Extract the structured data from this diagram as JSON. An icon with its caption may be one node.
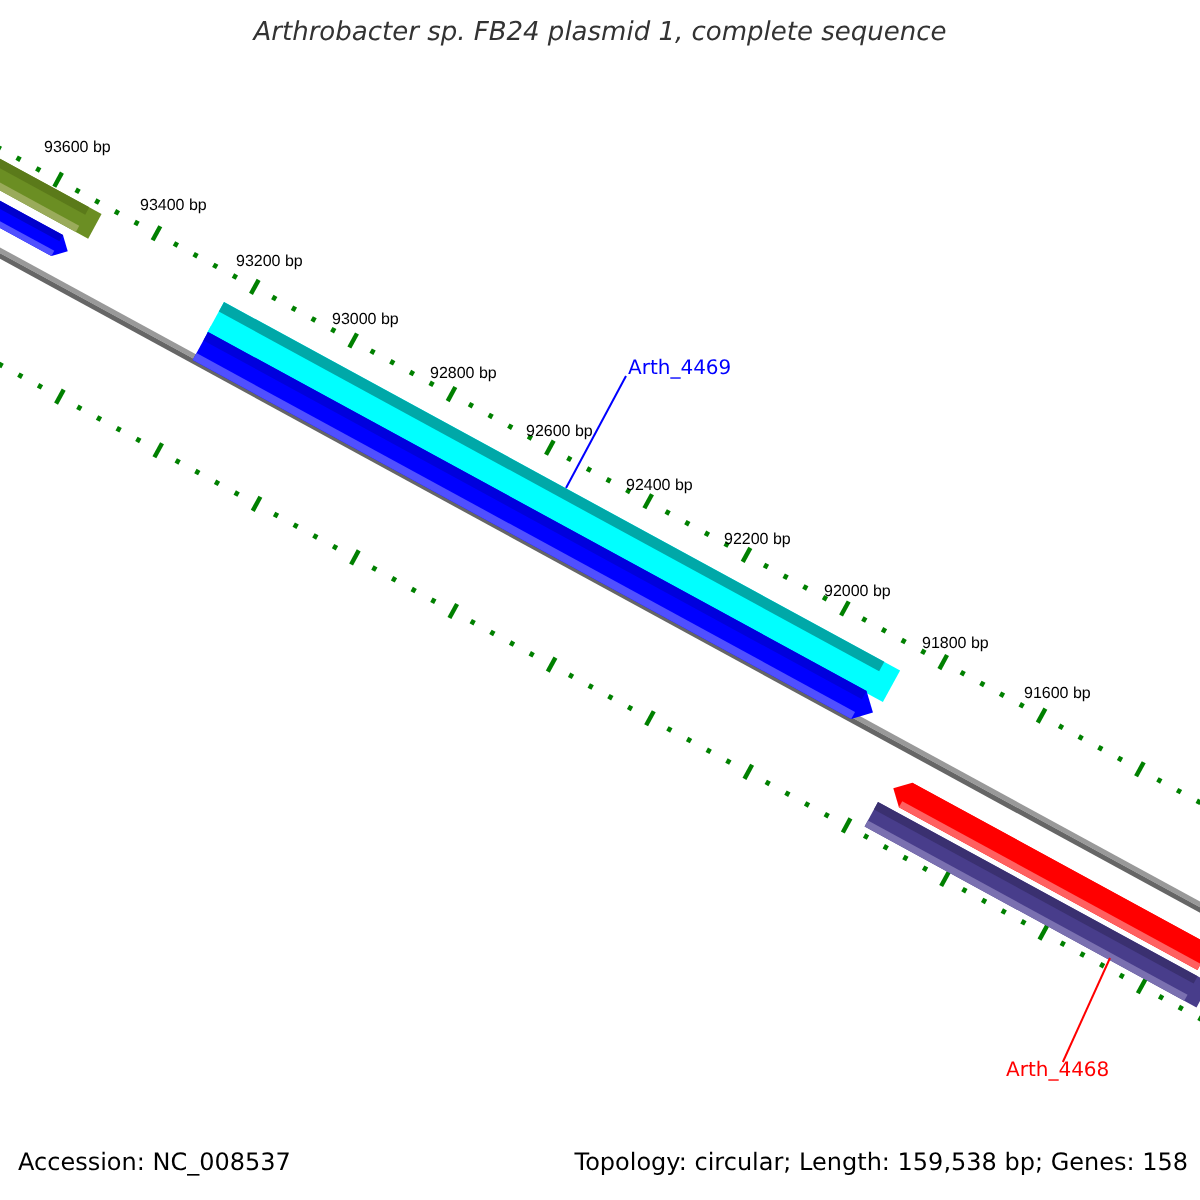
{
  "diagram": {
    "title": "Arthrobacter sp. FB24 plasmid 1, complete sequence",
    "nodes": [
      {
        "text": [],
        "shape": "bar"
      },
      {
        "text": [],
        "shape": "bar"
      },
      {
        "text": [],
        "shape": "bar"
      },
      {
        "text": [],
        "shape": "bar"
      },
      {
        "text": [],
        "shape": "bar"
      },
      {
        "text": [],
        "shape": "bar"
      },
      {
        "text": [
          "Arth_4469"
        ]
      },
      {
        "text": [
          "Arth_4468"
        ]
      }
    ],
    "edges": [
      {
        "from": 6,
        "to": 2,
        "arrow": "none",
        "color": "#0000ff"
      },
      {
        "from": 7,
        "to": 5,
        "arrow": "none",
        "color": "#ff0000"
      }
    ],
    "labels": [
      "93600 bp",
      "93400 bp",
      "93200 bp",
      "93000 bp",
      "92800 bp",
      "92600 bp",
      "92400 bp",
      "92200 bp",
      "92000 bp",
      "91800 bp",
      "91600 bp",
      "Accession: NC_008537",
      "Topology: circular; Length: 159,538 bp; Genes: 158"
    ]
  }
}
